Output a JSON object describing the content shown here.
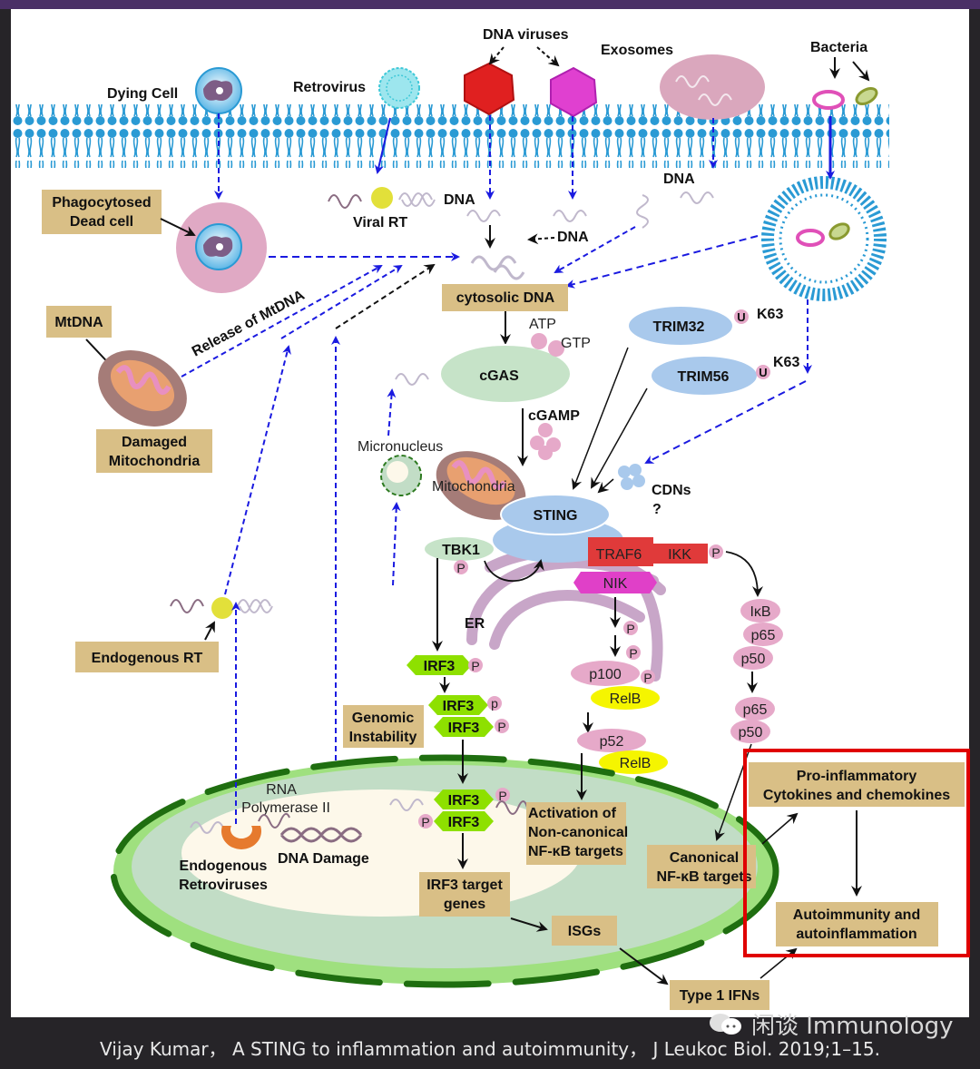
{
  "figure": {
    "title": "cGAS-STING pathway sources of cytosolic DNA and downstream signaling",
    "labels": {
      "dying_cell": "Dying Cell",
      "retrovirus": "Retrovirus",
      "dna_viruses": "DNA viruses",
      "exosomes": "Exosomes",
      "bacteria": "Bacteria",
      "phagocytosed_dead_cell_1": "Phagocytosed",
      "phagocytosed_dead_cell_2": "Dead cell",
      "viral_rt": "Viral RT",
      "dna_a": "DNA",
      "dna_b": "DNA",
      "dna_c": "DNA",
      "mtdna": "MtDNA",
      "release_of_mtdna": "Release of MtDNA",
      "damaged_mito_1": "Damaged",
      "damaged_mito_2": "Mitochondria",
      "cytosolic_dna": "cytosolic DNA",
      "atp": "ATP",
      "gtp": "GTP",
      "cgas": "cGAS",
      "cgamp": "cGAMP",
      "trim32": "TRIM32",
      "trim56": "TRIM56",
      "u1": "U",
      "u2": "U",
      "k63_1": "K63",
      "k63_2": "K63",
      "micronucleus": "Micronucleus",
      "mitochondria": "Mitochondria",
      "sting": "STING",
      "cdns": "CDNs",
      "cdns_q": "?",
      "tbk1": "TBK1",
      "p": "P",
      "p_lower": "p",
      "traf6": "TRAF6",
      "ikk": "IKK",
      "nik": "NIK",
      "er": "ER",
      "ikb": "IκB",
      "p65": "p65",
      "p50": "p50",
      "p100": "p100",
      "relb": "RelB",
      "p52": "p52",
      "irf3": "IRF3",
      "endogenous_rt": "Endogenous RT",
      "genomic_instability_1": "Genomic",
      "genomic_instability_2": "Instability",
      "rna_pol_1": "RNA",
      "rna_pol_2": "Polymerase II",
      "endo_retro_1": "Endogenous",
      "endo_retro_2": "Retroviruses",
      "dna_damage": "DNA Damage",
      "activation_1": "Activation of",
      "activation_2": "Non-canonical",
      "activation_3": "NF-κB targets",
      "canonical_1": "Canonical",
      "canonical_2": "NF-κB targets",
      "irf3_target_1": "IRF3 target",
      "irf3_target_2": "genes",
      "isgs": "ISGs",
      "type1_ifns": "Type 1 IFNs",
      "proinflam_1": "Pro-inflammatory",
      "proinflam_2": "Cytokines and chemokines",
      "autoimmunity_1": "Autoimmunity and",
      "autoimmunity_2": "autoinflammation"
    }
  },
  "caption": "Vijay Kumar， A STING to inflammation and autoimmunity， J Leukoc Biol. 2019;1–15.",
  "watermark": "闲谈 Immunology",
  "colors": {
    "membrane": "#2a9ad4",
    "label_box": "#d9bf86",
    "arrow_blue": "#1a1ae0",
    "highlight": "#e00000",
    "nucleus_outer": "#9fe07f",
    "nucleus_mid": "#c2ddc6",
    "nucleus_inner": "#fdf8ea",
    "nucleus_dash": "#1f6e10",
    "sting": "#a9c9ec",
    "cgas": "#c6e3c8",
    "traf6": "#e03a3a",
    "nik": "#e040c8",
    "irf3": "#8ee000",
    "relb": "#f5f500",
    "pink_protein": "#e6a9c9"
  }
}
